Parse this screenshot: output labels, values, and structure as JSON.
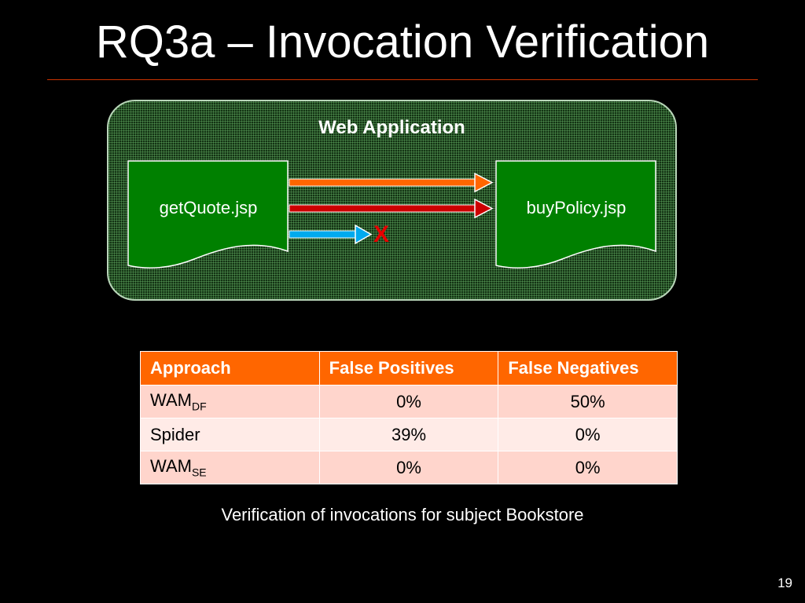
{
  "slide": {
    "title": "RQ3a – Invocation Verification",
    "page_number": "19"
  },
  "diagram": {
    "title": "Web Application",
    "source_page": "getQuote.jsp",
    "target_page": "buyPolicy.jsp",
    "failure_mark": "X",
    "arrows": [
      {
        "color": "#ff6600",
        "reaches_target": true
      },
      {
        "color": "#cc0000",
        "reaches_target": true
      },
      {
        "color": "#00aaee",
        "reaches_target": false
      }
    ],
    "colors": {
      "container_fill": "#1d4a1d",
      "page_fill": "#008000",
      "failure": "#e60000"
    }
  },
  "table": {
    "headers": [
      "Approach",
      "False Positives",
      "False Negatives"
    ],
    "rows": [
      {
        "approach": "WAM",
        "subscript": "DF",
        "false_positives": "0%",
        "false_negatives": "50%"
      },
      {
        "approach": "Spider",
        "subscript": "",
        "false_positives": "39%",
        "false_negatives": "0%"
      },
      {
        "approach": "WAM",
        "subscript": "SE",
        "false_positives": "0%",
        "false_negatives": "0%"
      }
    ],
    "header_color": "#ff6600"
  },
  "caption": "Verification of invocations for subject Bookstore"
}
